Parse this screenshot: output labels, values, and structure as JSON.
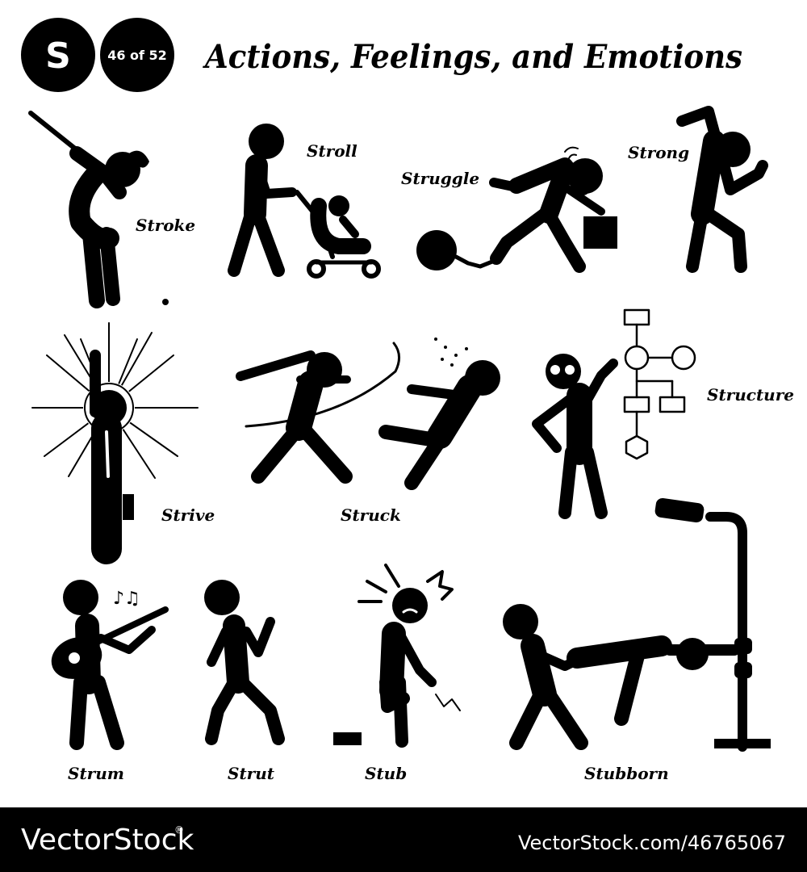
{
  "header": {
    "letter": "S",
    "page_counter": "46 of 52",
    "title": "Actions, Feelings, and Emotions"
  },
  "labels": {
    "stroke": "Stroke",
    "stroll": "Stroll",
    "struggle": "Struggle",
    "strong": "Strong",
    "strive": "Strive",
    "struck": "Struck",
    "structure": "Structure",
    "strum": "Strum",
    "strut": "Strut",
    "stub": "Stub",
    "stubborn": "Stubborn"
  },
  "footer": {
    "brand": "VectorStock",
    "registered_mark": "®",
    "url": "VectorStock.com/46765067"
  },
  "colors": {
    "ink": "#000000",
    "paper": "#ffffff"
  }
}
